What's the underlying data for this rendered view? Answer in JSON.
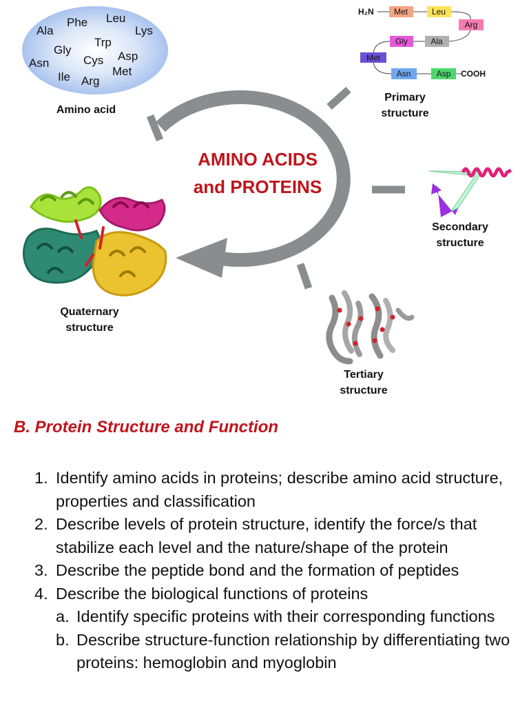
{
  "amino_acids": {
    "names": [
      "Leu",
      "Phe",
      "Ala",
      "Lys",
      "Trp",
      "Gly",
      "Cys",
      "Asp",
      "Asn",
      "Met",
      "Ile",
      "Arg"
    ],
    "caption": "Amino acid"
  },
  "center_title": {
    "line1": "AMINO ACIDS",
    "line2": "and PROTEINS"
  },
  "primary": {
    "n_terminus": "H₂N",
    "c_terminus": "COOH",
    "residues": [
      "Met",
      "Leu",
      "Arg",
      "Gly",
      "Ala",
      "Met",
      "Asn",
      "Asp"
    ],
    "caption_line1": "Primary",
    "caption_line2": "structure"
  },
  "secondary": {
    "caption_line1": "Secondary",
    "caption_line2": "structure"
  },
  "tertiary": {
    "caption_line1": "Tertiary",
    "caption_line2": "structure"
  },
  "quaternary": {
    "caption_line1": "Quaternary",
    "caption_line2": "structure"
  },
  "section": {
    "title": "B. Protein Structure and Function",
    "items": [
      {
        "num": "1.",
        "text": "Identify amino acids in proteins; describe amino acid structure, properties and classification"
      },
      {
        "num": "2.",
        "text": "Describe levels of protein structure, identify the force/s that stabilize each level and the nature/shape of the protein"
      },
      {
        "num": "3.",
        "text": "Describe the peptide bond and the formation of peptides"
      },
      {
        "num": "4.",
        "text": "Describe the biological functions of proteins",
        "sub": [
          {
            "num": "a.",
            "text": "Identify specific proteins with their corresponding functions"
          },
          {
            "num": "b.",
            "text": "Describe structure-function relationship by differentiating two proteins: hemoglobin and myoglobin"
          }
        ]
      }
    ]
  },
  "colors": {
    "title_red": "#c0141c",
    "cycle_arrow": "#8a8d90",
    "blob": "#c9d9f5",
    "met": "#f4a582",
    "leu": "#fde35a",
    "arg": "#f57bb0",
    "gly": "#e55ad8",
    "ala": "#b0b0b0",
    "met2": "#6a50d8",
    "asn": "#6fa8f0",
    "asp": "#4ed56e"
  }
}
